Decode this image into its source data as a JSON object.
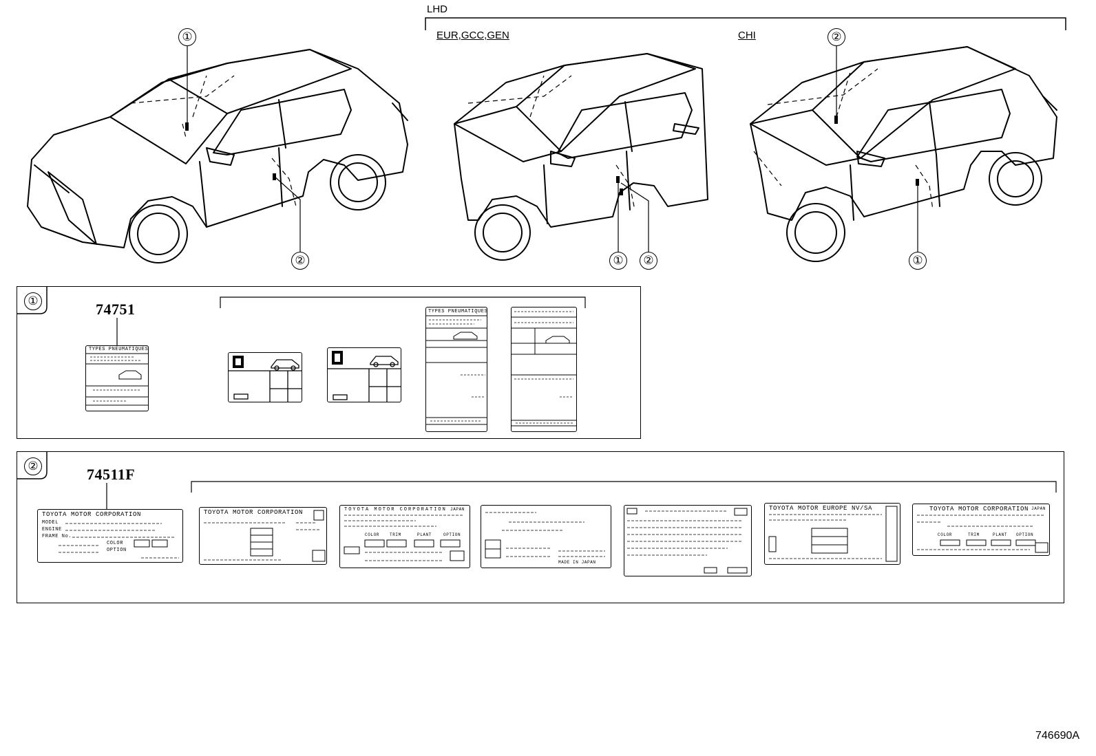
{
  "header": {
    "lhd": "LHD",
    "region_left": "EUR,GCC,GEN",
    "region_right": "CHI"
  },
  "callouts": {
    "one": "①",
    "two": "②"
  },
  "part_numbers": {
    "panel1": "74751",
    "panel2": "74511F"
  },
  "label_texts": {
    "tire_title": "TYPES PNEUMATIQUES",
    "toyota": "TOYOTA MOTOR CORPORATION",
    "toyota_europe": "TOYOTA MOTOR EUROPE NV/SA",
    "made_in_japan": "MADE IN JAPAN",
    "japan": "JAPAN",
    "model": "MODEL",
    "engine": "ENGINE",
    "frame_no": "FRAME No.",
    "color": "COLOR",
    "trim": "TRIM",
    "plant": "PLANT",
    "option": "OPTION"
  },
  "figure_id": "746690A",
  "colors": {
    "ink": "#000000",
    "background": "#ffffff"
  }
}
